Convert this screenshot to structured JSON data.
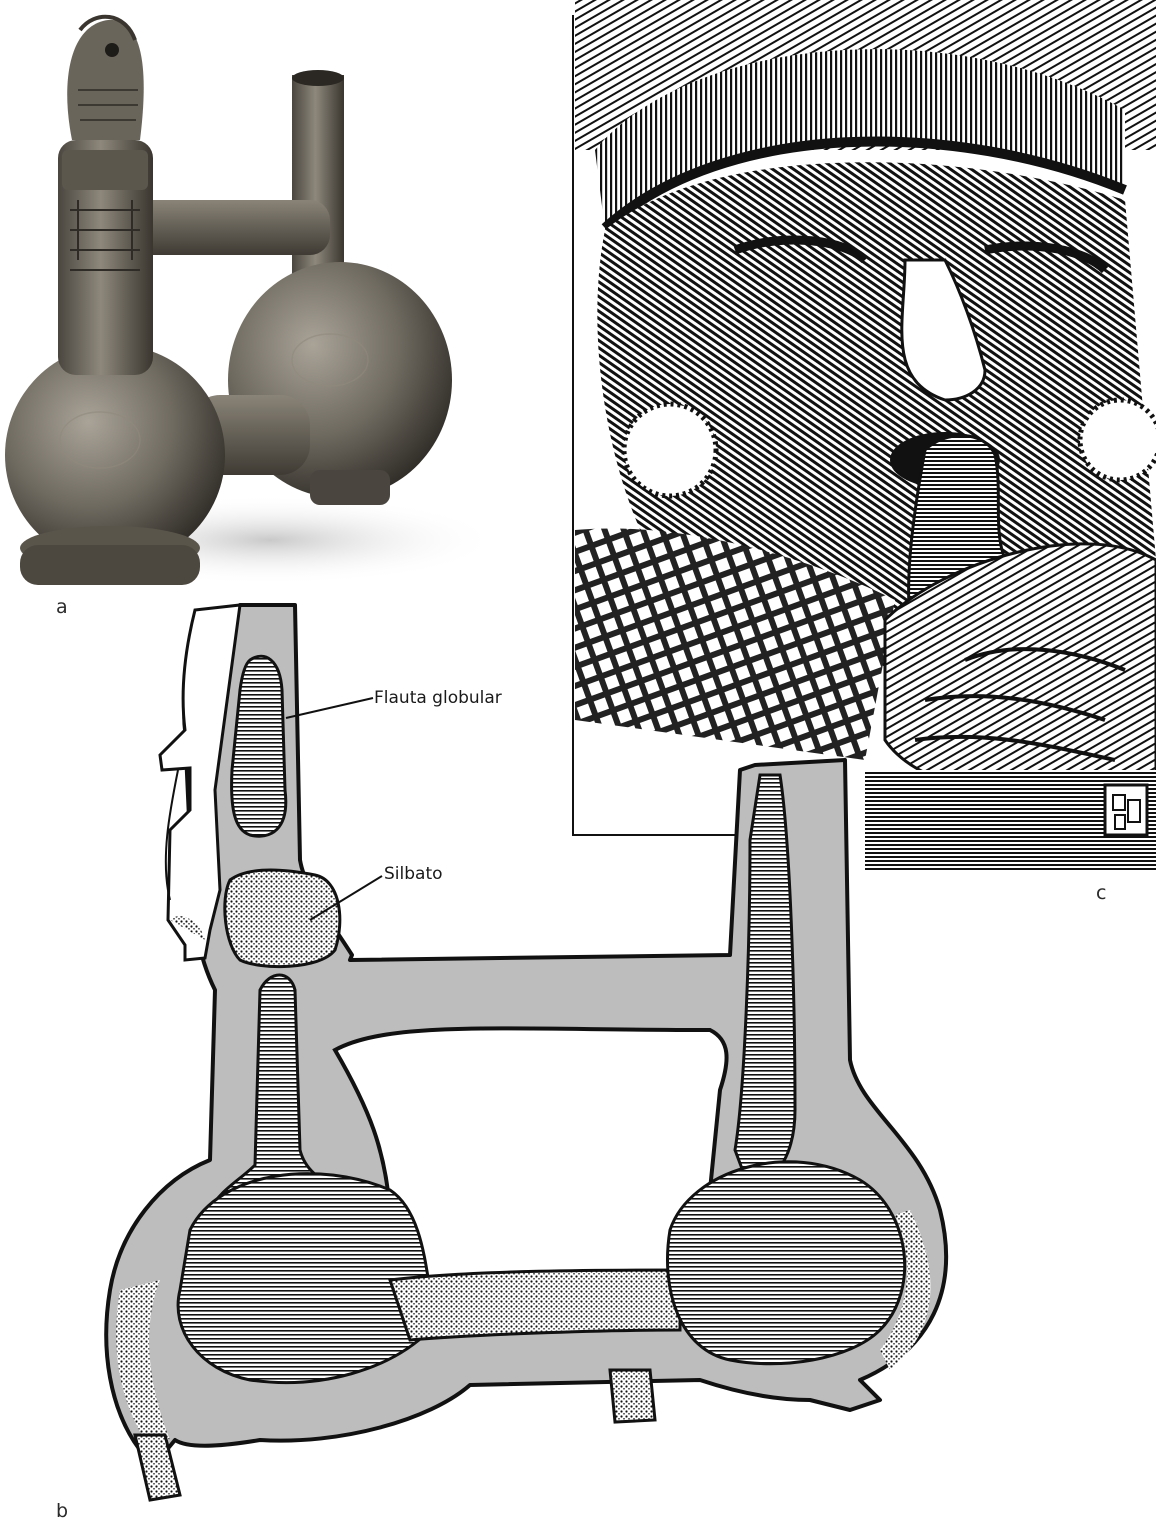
{
  "figure": {
    "panels": [
      {
        "id": "a",
        "letter": "a",
        "kind": "photograph of ceramic whistling vessel"
      },
      {
        "id": "b",
        "letter": "b",
        "kind": "cross-section drawing"
      },
      {
        "id": "c",
        "letter": "c",
        "kind": "engraving of musician playing vessel"
      }
    ],
    "labels": {
      "flauta": "Flauta globular",
      "silbato": "Silbato"
    }
  },
  "colors": {
    "cut_fill": "#bdbdbd",
    "ink": "#111111",
    "photo_tone": "#6f6a60",
    "photo_dark": "#3c3832"
  }
}
